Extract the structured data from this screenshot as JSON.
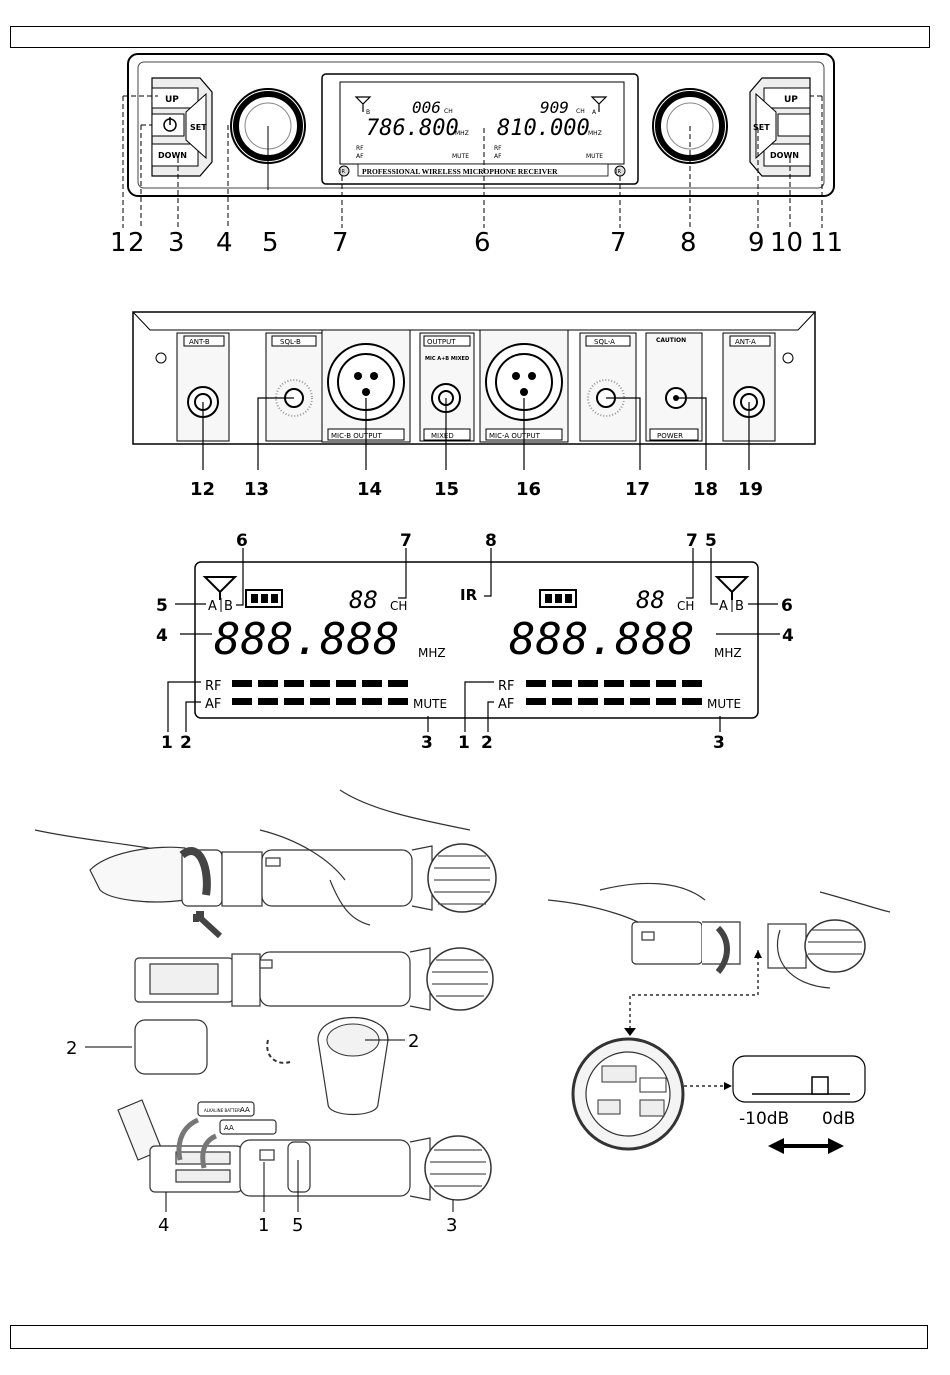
{
  "front_panel": {
    "lcd_left": {
      "channel": "006",
      "ch_unit": "CH",
      "freq": "786.800",
      "unit": "MHZ",
      "rf": "RF",
      "af": "AF",
      "mute": "MUTE",
      "ant": "B"
    },
    "lcd_right": {
      "channel": "909",
      "ch_unit": "CH",
      "freq": "810.000",
      "unit": "MHZ",
      "rf": "RF",
      "af": "AF",
      "mute": "MUTE",
      "ant": "A"
    },
    "brand_line": "PROFESSIONAL WIRELESS MICROPHONE RECEIVER",
    "ir_left": "IR",
    "ir_right": "IR",
    "btn_up_l": "UP",
    "btn_set_l": "SET",
    "btn_down_l": "DOWN",
    "btn_up_r": "UP",
    "btn_set_r": "SET",
    "btn_down_r": "DOWN",
    "callouts": [
      "1",
      "2",
      "3",
      "4",
      "5",
      "7",
      "6",
      "7",
      "8",
      "9",
      "10",
      "11"
    ]
  },
  "rear_panel": {
    "ant_b": "ANT-B",
    "sql_b": "SQL-B",
    "mic_b": "MIC-B OUTPUT",
    "output": "OUTPUT",
    "mic_ab": "MIC A+B MIXED",
    "mixed": "MIXED",
    "mic_a": "MIC-A OUTPUT",
    "sql_a": "SQL-A",
    "caution": "CAUTION",
    "power": "POWER",
    "ant_a": "ANT-A",
    "callouts": [
      "12",
      "13",
      "14",
      "15",
      "16",
      "17",
      "18",
      "19"
    ]
  },
  "display_diagram": {
    "left": {
      "ant_a": "A",
      "ant_b": "B",
      "ch_digits": "88",
      "ch": "CH",
      "freq": "888.888",
      "mhz": "MHZ",
      "rf": "RF",
      "af": "AF",
      "mute": "MUTE"
    },
    "right": {
      "ant_a": "A",
      "ant_b": "B",
      "ch_digits": "88",
      "ch": "CH",
      "freq": "888.888",
      "mhz": "MHZ",
      "rf": "RF",
      "af": "AF",
      "mute": "MUTE"
    },
    "ir": "IR",
    "callouts": {
      "n6a": "6",
      "n7a": "7",
      "n8": "8",
      "n7b": "7",
      "n5b": "5",
      "n5a": "5",
      "n6b": "6",
      "n4a": "4",
      "n4b": "4",
      "n1a": "1",
      "n2a": "2",
      "n3a": "3",
      "n1b": "1",
      "n2b": "2",
      "n3b": "3"
    }
  },
  "mic_diagram": {
    "battery_label": "AA",
    "battery_sub": "ALKALINE BATTERY",
    "callouts": {
      "c2a": "2",
      "c2b": "2",
      "c4": "4",
      "c1": "1",
      "c5": "5",
      "c3": "3"
    },
    "switch_low": "-10dB",
    "switch_high": "0dB"
  }
}
